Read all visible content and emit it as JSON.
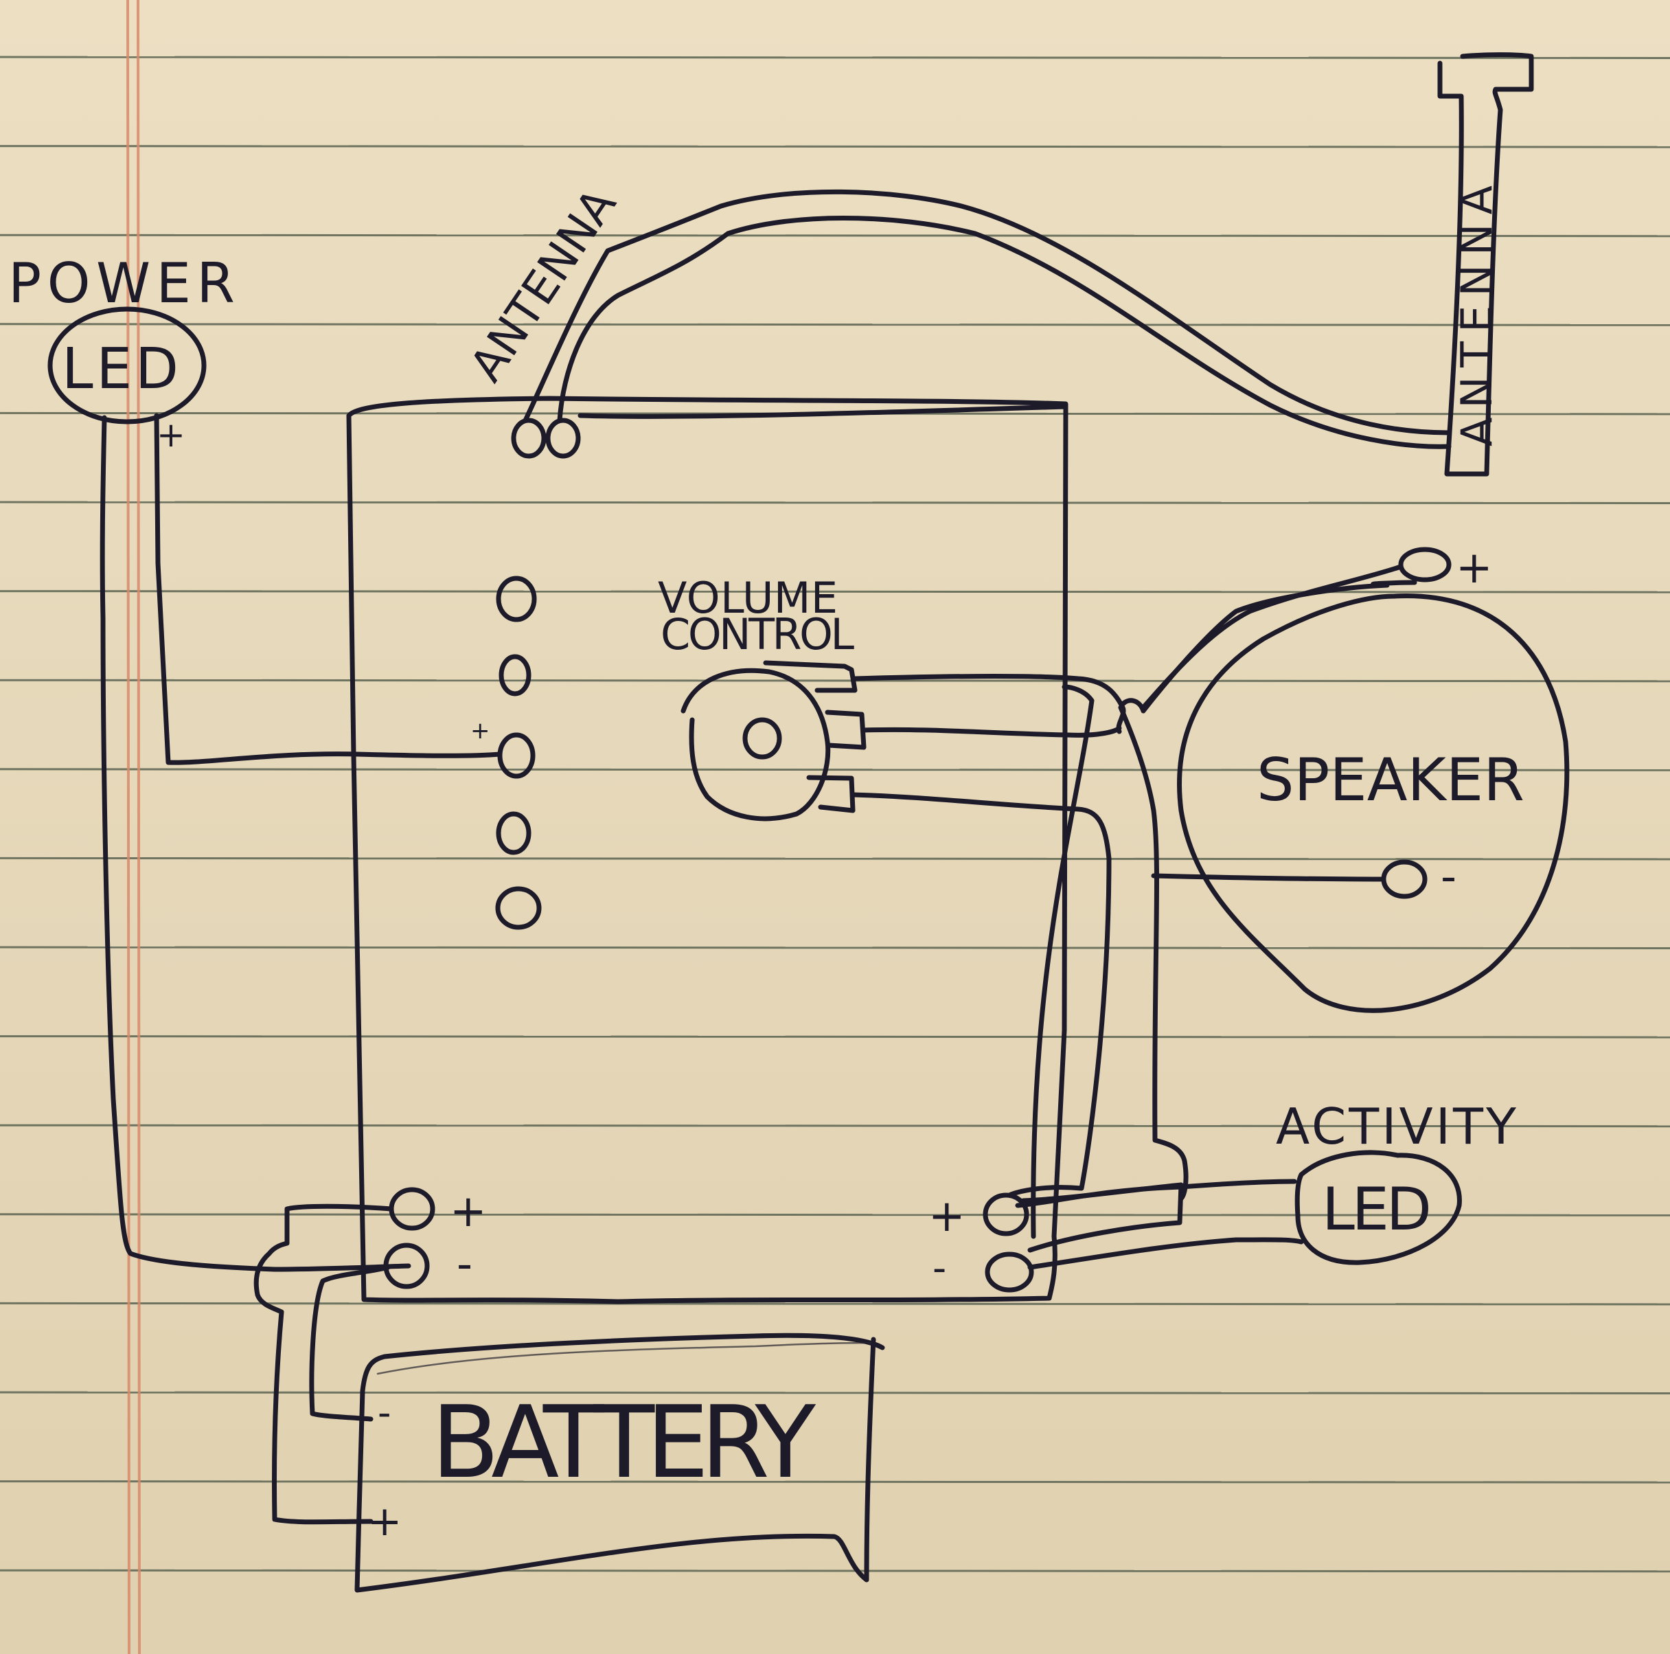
{
  "diagram": {
    "title": "Hand-drawn radio wiring diagram",
    "paper": {
      "background": "#e8dbbd",
      "rule_color": "#6f7460",
      "margin_color": "#d88a6a",
      "ink_color": "#1d1a2a"
    },
    "components": {
      "power_led": {
        "label_top": "POWER",
        "label_inner": "LED",
        "pin_plus": "+"
      },
      "antenna_connector": {
        "label": "ANTENNA"
      },
      "antenna": {
        "label": "ANTENNA"
      },
      "board": {
        "pin_plus_label": "+",
        "pins_count": 5,
        "power_in_plus": "+",
        "power_in_minus": "-",
        "power_out_plus": "+",
        "power_out_minus": "-"
      },
      "volume_control": {
        "label_line1": "VOLUME",
        "label_line2": "CONTROL"
      },
      "speaker": {
        "label": "SPEAKER",
        "pin_plus": "+",
        "pin_minus": "-"
      },
      "activity_led": {
        "label_top": "ACTIVITY",
        "label_inner": "LED"
      },
      "battery": {
        "label": "BATTERY",
        "pin_minus": "-",
        "pin_plus": "+"
      }
    }
  }
}
